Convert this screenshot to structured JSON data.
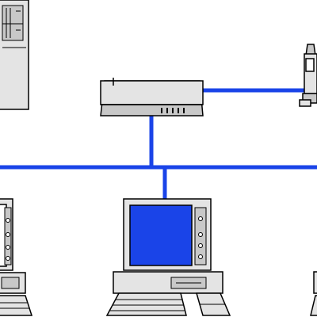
{
  "diagram": {
    "type": "network-topology",
    "colors": {
      "link": "#1a44e8",
      "screen": "#1a44e8",
      "device_body": "#e4e4e4",
      "device_panel": "#c8c8c8",
      "outline": "#000000",
      "background": "#ffffff"
    },
    "nodes": [
      {
        "id": "server",
        "icon": "tower-server-icon"
      },
      {
        "id": "hub",
        "icon": "network-hub-icon"
      },
      {
        "id": "printer",
        "icon": "printer-icon"
      },
      {
        "id": "workstation-left",
        "icon": "desktop-computer-icon"
      },
      {
        "id": "workstation-center",
        "icon": "desktop-computer-icon"
      },
      {
        "id": "workstation-right",
        "icon": "desktop-computer-icon"
      }
    ],
    "links": [
      {
        "from": "hub",
        "to": "printer"
      },
      {
        "from": "hub",
        "to": "backbone"
      },
      {
        "from": "backbone",
        "to": "workstation-center"
      }
    ]
  }
}
